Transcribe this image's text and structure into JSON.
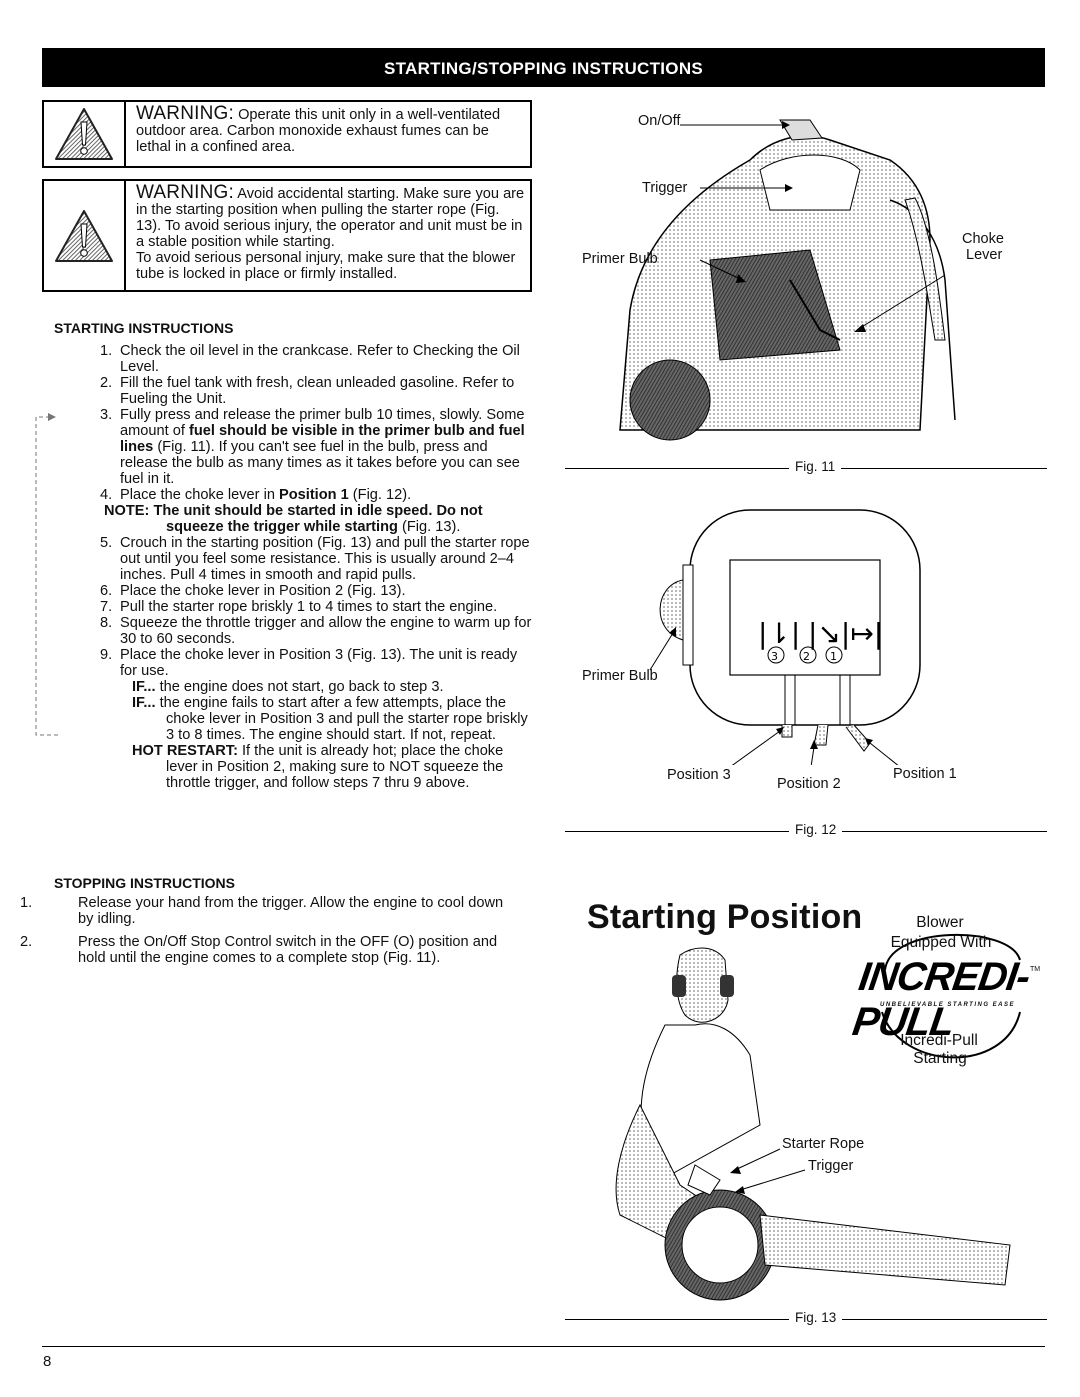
{
  "banner": "STARTING/STOPPING INSTRUCTIONS",
  "warnings": [
    {
      "head": "WARNING:",
      "text": " Operate this unit only in a well-ventilated outdoor area. Carbon monoxide exhaust fumes can be lethal in a confined area."
    },
    {
      "head": "WARNING:",
      "text": " Avoid accidental starting. Make sure you are in the starting position when pulling the starter rope (Fig. 13). To avoid serious injury, the operator and unit must be in a stable position while starting.",
      "text2": "To avoid serious personal injury, make sure that the blower tube is locked in place or firmly installed."
    }
  ],
  "starting": {
    "title": "STARTING INSTRUCTIONS",
    "s1": "Check the oil level in the crankcase. Refer to Checking the Oil Level.",
    "s2": "Fill the fuel tank with fresh, clean unleaded gasoline. Refer to Fueling the Unit.",
    "s3a": "Fully press and release the primer bulb 10 times, slowly. Some amount of ",
    "s3b": "fuel should be visible in the primer bulb and fuel lines",
    "s3c": " (Fig. 11). If you can't see fuel in the bulb, press and release the bulb as many times as it takes before you can see fuel in it.",
    "s4a": "Place the choke lever in ",
    "s4b": "Position 1",
    "s4c": " (Fig. 12).",
    "note_a": "NOTE: The unit should be started in idle speed. Do not squeeze the trigger while starting",
    "note_b": " (Fig. 13).",
    "s5": "Crouch in the starting position (Fig. 13) and pull the starter rope out until you feel some resistance. This is usually around 2–4 inches. Pull 4 times in smooth and rapid pulls.",
    "s6": "Place the choke lever in Position 2 (Fig. 13).",
    "s7": "Pull the starter rope briskly 1 to 4 times to start the engine.",
    "s8": "Squeeze the throttle trigger and allow the engine to warm up for 30 to 60 seconds.",
    "s9": "Place the choke lever in Position 3 (Fig. 13). The unit is ready for use.",
    "if1_h": "IF...",
    "if1": " the engine does not start, go back to step 3.",
    "if2_h": "IF...",
    "if2": " the engine fails to start after a few attempts, place the choke lever in Position 3 and pull the starter rope briskly 3 to 8 times. The engine should start. If not, repeat.",
    "hot_h": "HOT RESTART:",
    "hot": " If the unit is already hot; place the choke lever in Position 2, making sure to NOT squeeze the throttle trigger, and follow steps 7 thru 9 above."
  },
  "stopping": {
    "title": "STOPPING INSTRUCTIONS",
    "s1": "Release your hand from the trigger. Allow the engine to cool down by idling.",
    "s2": "Press the On/Off Stop Control switch in the OFF (O) position and hold until the engine comes to a complete stop (Fig. 11)."
  },
  "fig11": {
    "label": "Fig. 11",
    "on_off": "On/Off",
    "trigger": "Trigger",
    "primer": "Primer Bulb",
    "choke1": "Choke",
    "choke2": "Lever"
  },
  "fig12": {
    "label": "Fig. 12",
    "primer": "Primer Bulb",
    "pos3": "Position 3",
    "pos2": "Position 2",
    "pos1": "Position 1"
  },
  "fig13": {
    "label": "Fig. 13",
    "title": "Starting Position",
    "badge_top1": "Blower",
    "badge_top2": "Equipped With",
    "brand": "INCREDI-PULL",
    "tm": "TM",
    "tagline": "UNBELIEVABLE STARTING EASE",
    "badge_bot1": "Incredi-Pull",
    "badge_bot2": "Starting",
    "starter_rope": "Starter Rope",
    "trigger": "Trigger"
  },
  "page_number": "8"
}
